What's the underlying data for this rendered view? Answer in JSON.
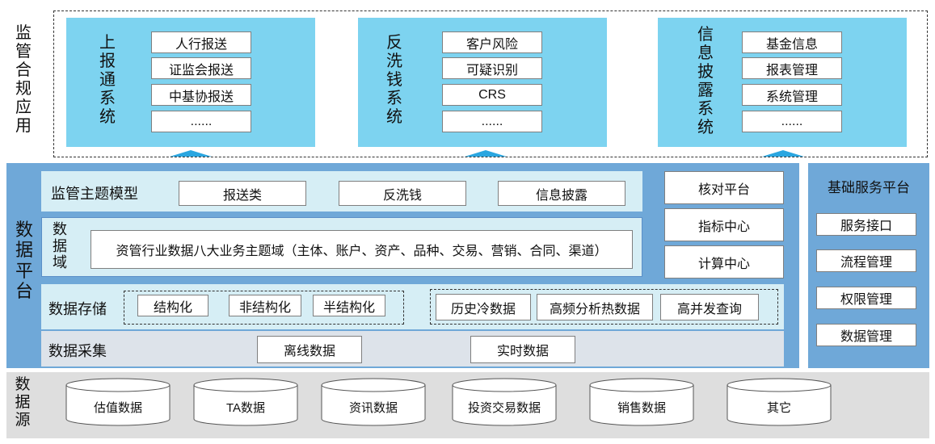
{
  "compliance": {
    "label": "监管合规应用",
    "panels": [
      {
        "title": "上报通系统",
        "items": [
          "人行报送",
          "证监会报送",
          "中基协报送",
          "......"
        ]
      },
      {
        "title": "反洗钱系统",
        "items": [
          "客户风险",
          "可疑识别",
          "CRS",
          "......"
        ]
      },
      {
        "title": "信息披露系统",
        "items": [
          "基金信息",
          "报表管理",
          "系统管理",
          "......"
        ]
      }
    ]
  },
  "platform": {
    "label": "数据平台",
    "model": {
      "label": "监管主题模型",
      "items": [
        "报送类",
        "反洗钱",
        "信息披露"
      ]
    },
    "domain": {
      "label": "数据域",
      "text": "资管行业数据八大业务主题域（主体、账户、资产、品种、交易、营销、合同、渠道）"
    },
    "storage": {
      "label": "数据存储",
      "group1": [
        "结构化",
        "非结构化",
        "半结构化"
      ],
      "group2": [
        "历史冷数据",
        "高频分析热数据",
        "高并发查询"
      ]
    },
    "collect": {
      "label": "数据采集",
      "items": [
        "离线数据",
        "实时数据"
      ]
    },
    "side": [
      "核对平台",
      "指标中心",
      "计算中心"
    ]
  },
  "services": {
    "title": "基础服务平台",
    "items": [
      "服务接口",
      "流程管理",
      "权限管理",
      "数据管理"
    ]
  },
  "sources": {
    "label": "数据源",
    "items": [
      "估值数据",
      "TA数据",
      "资讯数据",
      "投资交易数据",
      "销售数据",
      "其它"
    ]
  },
  "colors": {
    "panel": "#7dd3f0",
    "platform_bg": "#6fa8d8",
    "model_bg": "#d6eef5",
    "storage_bg": "#d6eef5",
    "collect_bg": "#dde3ea",
    "source_bg": "#dedede",
    "arrow": "#2aa6e0"
  }
}
